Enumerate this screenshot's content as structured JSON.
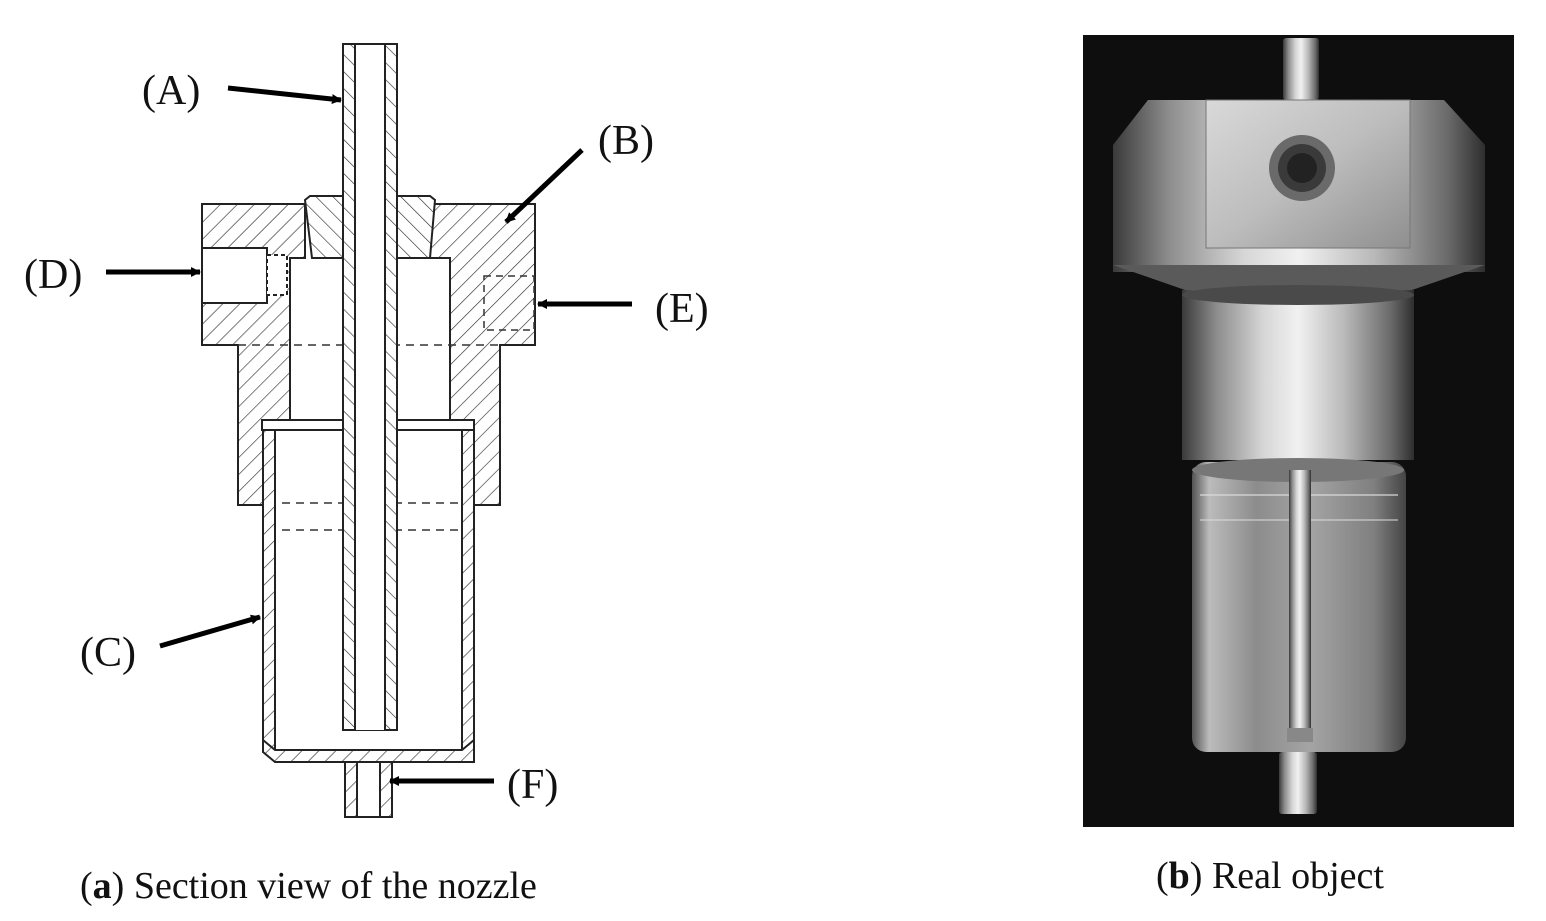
{
  "panel_a": {
    "labels": {
      "a": "(A)",
      "b": "(B)",
      "c": "(C)",
      "d": "(D)",
      "e": "(E)",
      "f": "(F)"
    },
    "caption_letter": "a",
    "caption_text": "Section view of the nozzle"
  },
  "panel_b": {
    "caption_letter": "b",
    "caption_text": "Real object"
  }
}
